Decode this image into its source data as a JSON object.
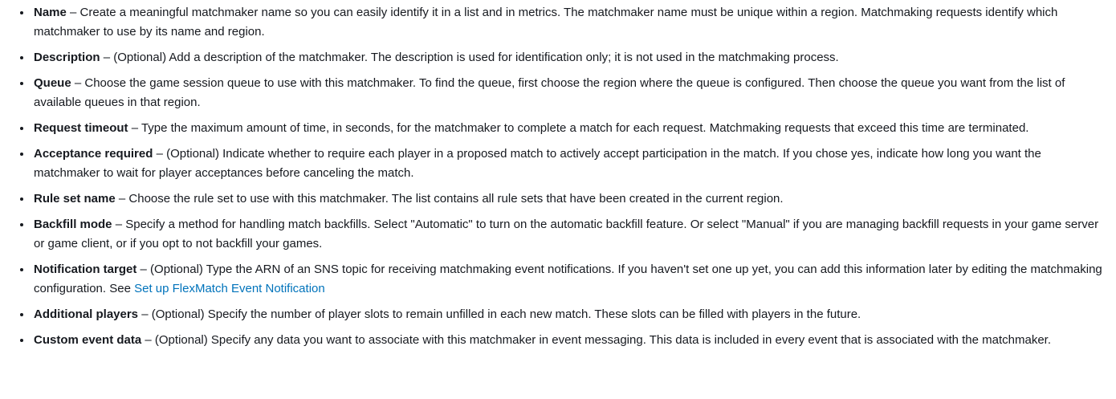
{
  "page": {
    "separator": "–",
    "link_color": "#0073bb",
    "text_color": "#16191f",
    "background_color": "#ffffff"
  },
  "settings": [
    {
      "term": "Name",
      "separator": "–",
      "description": "Create a meaningful matchmaker name so you can easily identify it in a list and in metrics. The matchmaker name must be unique within a region. Matchmaking requests identify which matchmaker to use by its name and region."
    },
    {
      "term": "Description",
      "separator": "–",
      "description": "(Optional) Add a description of the matchmaker. The description is used for identification only; it is not used in the matchmaking process."
    },
    {
      "term": "Queue",
      "separator": "–",
      "description": "Choose the game session queue to use with this matchmaker. To find the queue, first choose the region where the queue is configured. Then choose the queue you want from the list of available queues in that region."
    },
    {
      "term": "Request timeout",
      "separator": "–",
      "description": "Type the maximum amount of time, in seconds, for the matchmaker to complete a match for each request. Matchmaking requests that exceed this time are terminated."
    },
    {
      "term": "Acceptance required",
      "separator": "–",
      "description": "(Optional) Indicate whether to require each player in a proposed match to actively accept participation in the match. If you chose yes, indicate how long you want the matchmaker to wait for player acceptances before canceling the match."
    },
    {
      "term": "Rule set name",
      "separator": "–",
      "description": "Choose the rule set to use with this matchmaker. The list contains all rule sets that have been created in the current region."
    },
    {
      "term": "Backfill mode",
      "separator": "–",
      "description": "Specify a method for handling match backfills. Select \"Automatic\" to turn on the automatic backfill feature. Or select \"Manual\" if you are managing backfill requests in your game server or game client, or if you opt to not backfill your games."
    },
    {
      "term": "Notification target",
      "separator": "–",
      "description_before_link": "(Optional) Type the ARN of an SNS topic for receiving matchmaking event notifications. If you haven't set one up yet, you can add this information later by editing the matchmaking configuration. See ",
      "link_text": "Set up FlexMatch Event Notification",
      "description_after_link": ""
    },
    {
      "term": "Additional players",
      "separator": "–",
      "description": "(Optional) Specify the number of player slots to remain unfilled in each new match. These slots can be filled with players in the future."
    },
    {
      "term": "Custom event data",
      "separator": "–",
      "description": "(Optional) Specify any data you want to associate with this matchmaker in event messaging. This data is included in every event that is associated with the matchmaker."
    }
  ]
}
